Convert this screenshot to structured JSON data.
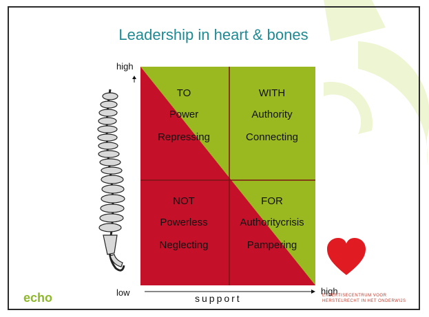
{
  "slide": {
    "title": "Leadership in heart & bones"
  },
  "axis": {
    "y_high": "high",
    "y_low": "low",
    "x_high": "high",
    "x_label": "support"
  },
  "quadrants": {
    "top_left": {
      "head": "TO",
      "line1": "Power",
      "line2": "Repressing"
    },
    "top_right": {
      "head": "WITH",
      "line1": "Authority",
      "line2": "Connecting"
    },
    "bottom_left": {
      "head": "NOT",
      "line1": "Powerless",
      "line2": "Neglecting"
    },
    "bottom_right": {
      "head": "FOR",
      "line1": "Authoritycrisis",
      "line2": "Pampering"
    }
  },
  "footer": {
    "logo_text": "echo",
    "org_line1": "EXPERTISECENTRUM VOOR",
    "org_line2": "HERSTELRECHT IN HET ONDERWIJS"
  },
  "colors": {
    "title": "#1e8a93",
    "green": "#9ab81f",
    "red": "#c5102a",
    "deco_green": "#eef5d2",
    "heart": "#e11b22"
  },
  "icons": {
    "spine": "spine-illustration",
    "heart": "heart-icon"
  }
}
